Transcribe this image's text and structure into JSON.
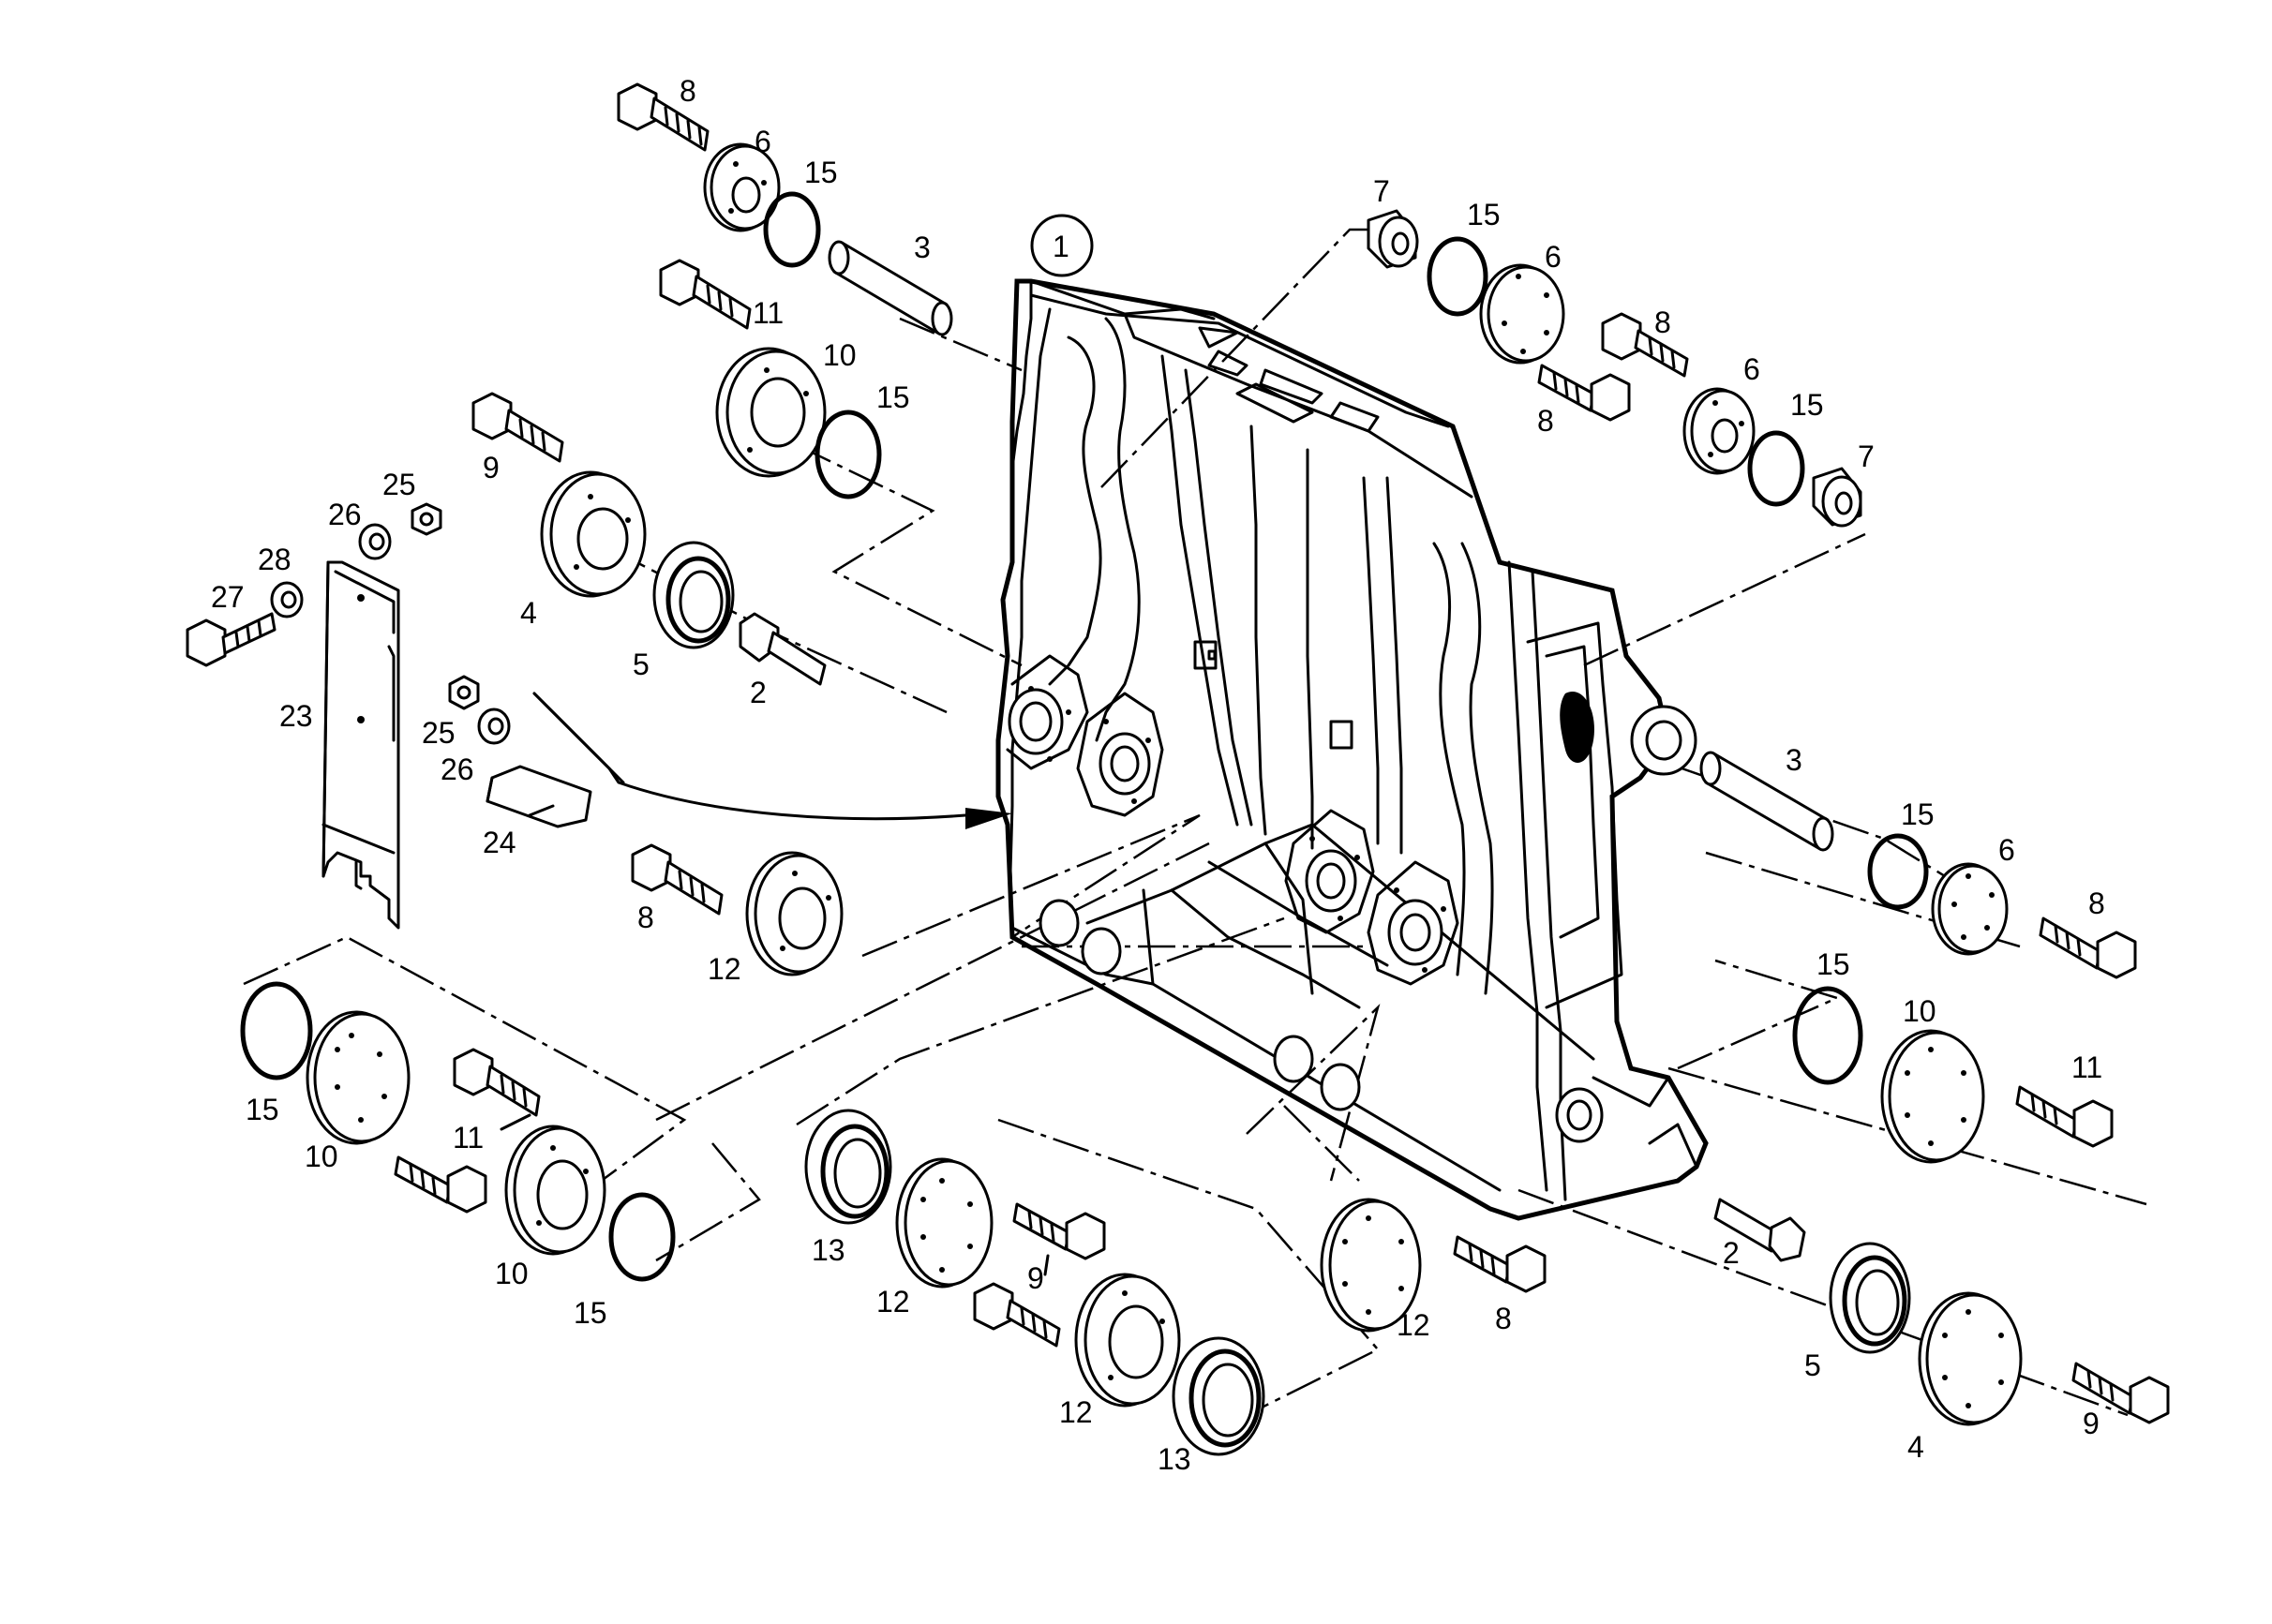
{
  "callouts": {
    "main_assembly": "1",
    "c8a": "8",
    "c6a": "6",
    "c15a": "15",
    "c3a": "3",
    "c11a": "11",
    "c10a": "10",
    "c15b": "15",
    "c9a": "9",
    "c4a": "4",
    "c5a": "5",
    "c2a": "2",
    "c25a": "25",
    "c26a": "26",
    "c28": "28",
    "c27": "27",
    "c23": "23",
    "c25b": "25",
    "c26b": "26",
    "c24": "24",
    "c8b": "8",
    "c12a": "12",
    "c15c": "15",
    "c10b": "10",
    "c11b": "11",
    "c10c": "10",
    "c15d": "15",
    "c13a": "13",
    "c12b": "12",
    "c9b": "9",
    "c12c": "12",
    "c13b": "13",
    "c12d": "12",
    "c8c": "8",
    "c7a": "7",
    "c15e": "15",
    "c6b": "6",
    "c8d": "8",
    "c8e": "8",
    "c6c": "6",
    "c15f": "15",
    "c7b": "7",
    "c3b": "3",
    "c15g": "15",
    "c6d": "6",
    "c8f": "8",
    "c15h": "15",
    "c10d": "10",
    "c11c": "11",
    "c2b": "2",
    "c5b": "5",
    "c4b": "4",
    "c9c": "9"
  }
}
